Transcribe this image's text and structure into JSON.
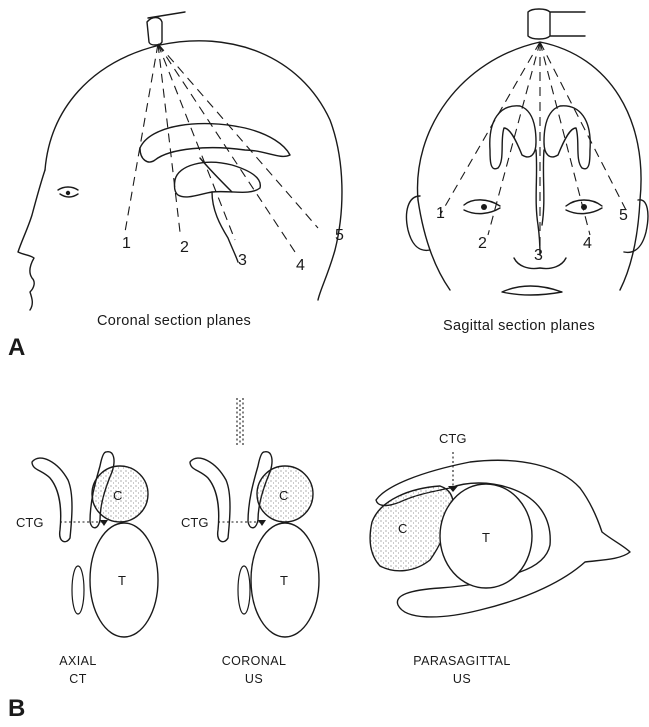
{
  "panel_a": {
    "label": "A",
    "coronal": {
      "caption": "Coronal section planes",
      "numbers": [
        "1",
        "2",
        "3",
        "4",
        "5"
      ]
    },
    "sagittal": {
      "caption": "Sagittal section planes",
      "numbers": [
        "1",
        "2",
        "3",
        "4",
        "5"
      ]
    }
  },
  "panel_b": {
    "label": "B",
    "axial": {
      "caption_line1": "AXIAL",
      "caption_line2": "CT",
      "ctg": "CTG",
      "c": "C",
      "t": "T"
    },
    "coronal": {
      "caption_line1": "CORONAL",
      "caption_line2": "US",
      "ctg": "CTG",
      "c": "C",
      "t": "T"
    },
    "parasagittal": {
      "caption_line1": "PARASAGITTAL",
      "caption_line2": "US",
      "ctg": "CTG",
      "c": "C",
      "t": "T"
    }
  }
}
